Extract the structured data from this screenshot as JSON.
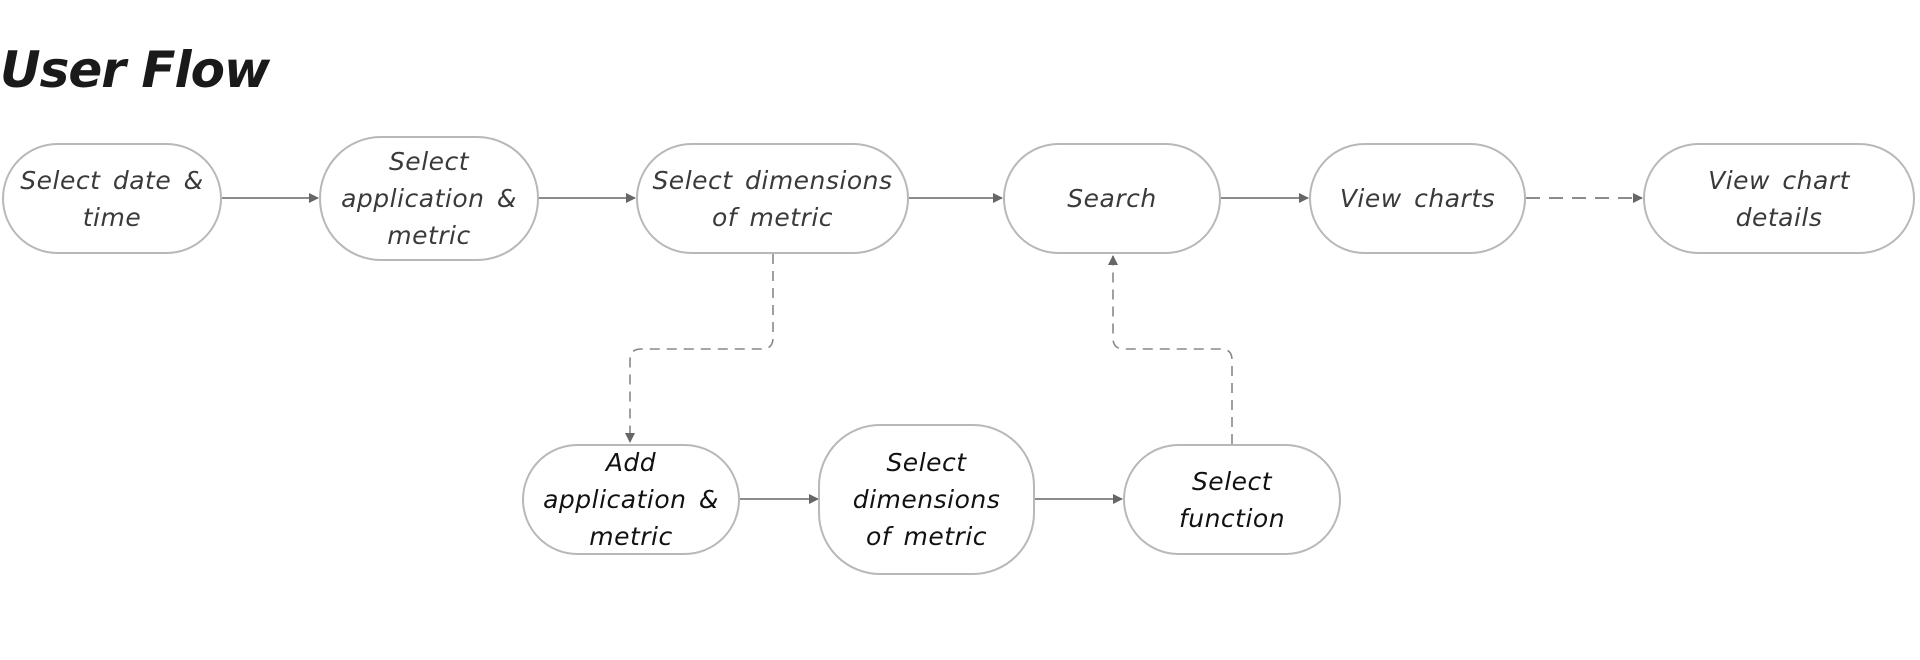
{
  "title": "User Flow",
  "colors": {
    "node_border": "#b8b8b8",
    "arrow": "#666666",
    "text": "#3a3a3a",
    "text_dark": "#111111"
  },
  "nodes": {
    "select_date_time": "Select date & time",
    "select_app_metric": "Select application & metric",
    "select_dimensions": "Select dimensions of metric",
    "search": "Search",
    "view_charts": "View charts",
    "view_chart_details": "View chart details",
    "add_app_metric": "Add application & metric",
    "select_dimensions_2": "Select dimensions of metric",
    "select_function": "Select function"
  }
}
